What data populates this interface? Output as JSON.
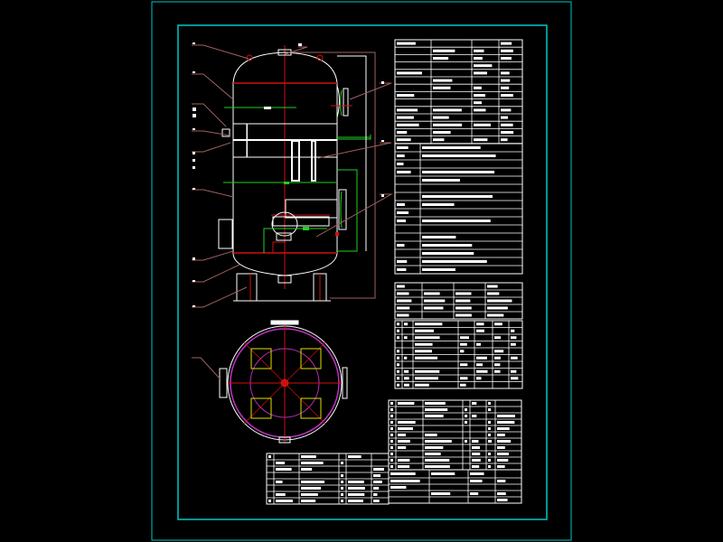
{
  "drawing": {
    "type": "pressure vessel CAD drawing",
    "views": [
      "front-elevation",
      "plan-view"
    ],
    "colors": {
      "background": "#000000",
      "frame": "#00c8c8",
      "outline": "#ffffff",
      "centerline": "#d01010",
      "piping": "#20d020",
      "leader": "#a06060",
      "shell_ring": "#c030c0",
      "manhole": "#e0e000"
    }
  }
}
